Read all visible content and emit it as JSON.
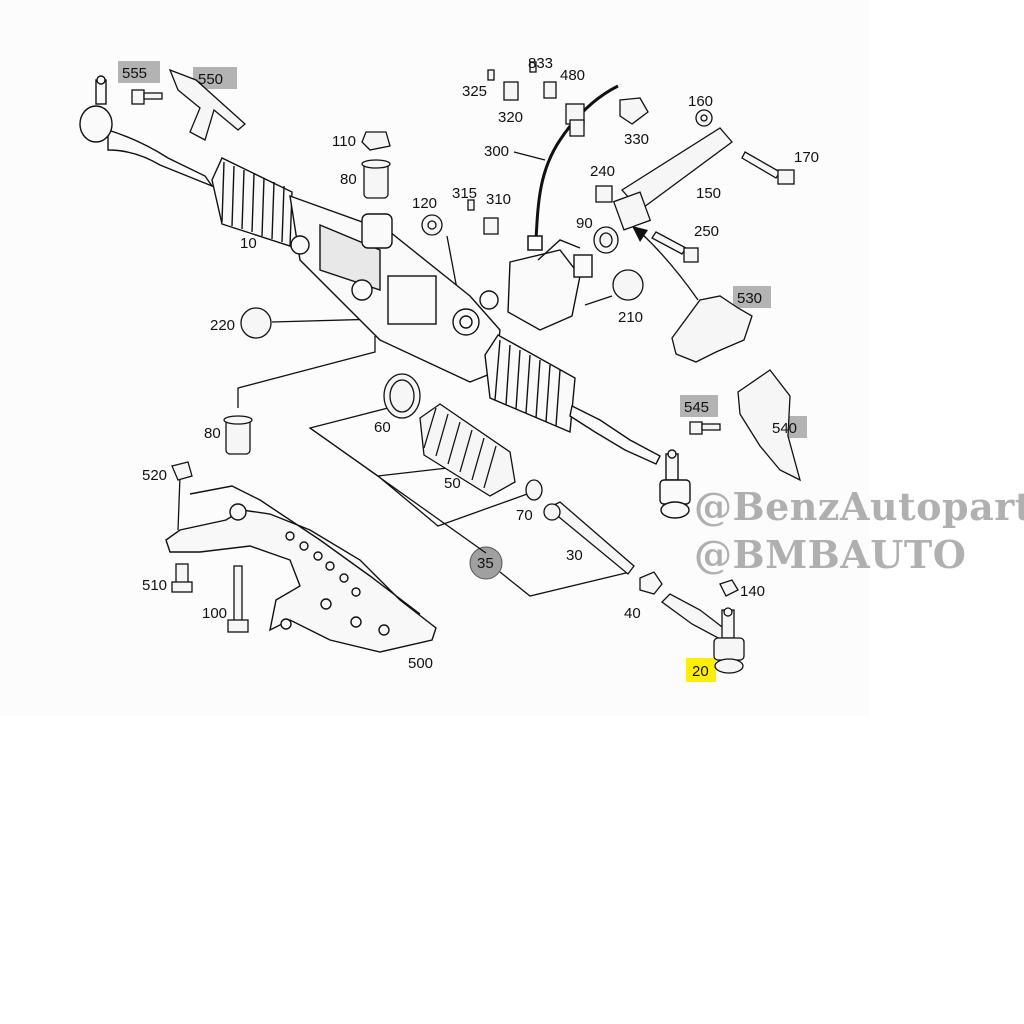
{
  "labels": {
    "p555": "555",
    "p550": "550",
    "p110": "110",
    "p80a": "80",
    "p10": "10",
    "p120": "120",
    "p315": "315",
    "p310": "310",
    "p325": "325",
    "p833": "833",
    "p480": "480",
    "p320": "320",
    "p330": "330",
    "p300": "300",
    "p160": "160",
    "p170": "170",
    "p240": "240",
    "p150": "150",
    "p90": "90",
    "p250": "250",
    "p530": "530",
    "p210": "210",
    "p220": "220",
    "p80b": "80",
    "p60": "60",
    "p50": "50",
    "p520": "520",
    "p70": "70",
    "p35": "35",
    "p30": "30",
    "p545": "545",
    "p540": "540",
    "p140": "140",
    "p40": "40",
    "p20": "20",
    "p510": "510",
    "p100": "100",
    "p500": "500"
  },
  "watermarks": {
    "line1": "@BenzAutopart",
    "line2": "@BMBAUTO"
  },
  "colors": {
    "box": "#b3b3b3",
    "highlight": "#ffee00",
    "circle": "#9a9a9a",
    "line": "#111111"
  }
}
